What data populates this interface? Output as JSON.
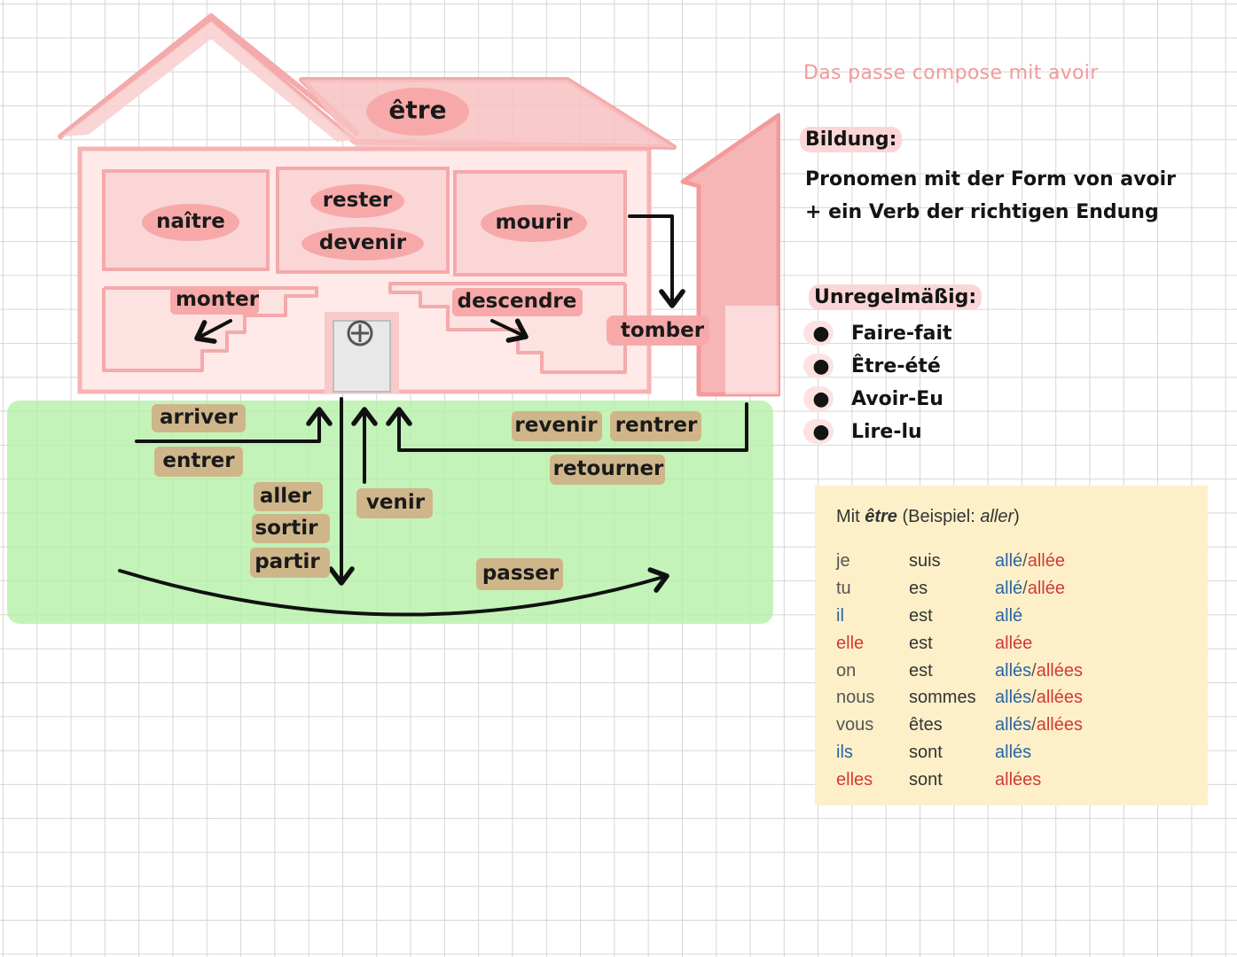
{
  "diagram": {
    "roof_label": "être",
    "rooms": [
      "naître",
      "rester",
      "devenir",
      "mourir"
    ],
    "stairs": [
      "monter",
      "descendre"
    ],
    "chimney_label": "tomber",
    "ground_verbs": [
      "arriver",
      "entrer",
      "aller",
      "sortir",
      "partir",
      "venir",
      "revenir",
      "rentrer",
      "retourner",
      "passer"
    ]
  },
  "notes": {
    "title": "Das passe compose mit avoir",
    "bildung_heading": "Bildung:",
    "bildung_text": "Pronomen mit der Form von avoir + ein Verb der richtigen Endung",
    "unregelmaessig_heading": "Unregelmäßig:",
    "bullet_glyph": "●",
    "irregular": [
      "Faire-fait",
      "Être-été",
      "Avoir-Eu",
      "Lire-lu"
    ]
  },
  "conjugation_box": {
    "title_prefix": "Mit",
    "title_verb": "être",
    "title_suffix": "(Beispiel:",
    "title_example": "aller",
    "title_close": ")",
    "colors": {
      "blue": "#2b63a6",
      "red": "#d33a36",
      "background": "#fdf0c8"
    },
    "rows": [
      {
        "pronoun": "je",
        "pronoun_color": "gray",
        "aux": "suis",
        "forms": [
          {
            "text": "allé",
            "color": "blue"
          },
          {
            "text": "/",
            "color": "gray"
          },
          {
            "text": "allée",
            "color": "red"
          }
        ]
      },
      {
        "pronoun": "tu",
        "pronoun_color": "gray",
        "aux": "es",
        "forms": [
          {
            "text": "allé",
            "color": "blue"
          },
          {
            "text": "/",
            "color": "gray"
          },
          {
            "text": "allée",
            "color": "red"
          }
        ]
      },
      {
        "pronoun": "il",
        "pronoun_color": "blue",
        "aux": "est",
        "forms": [
          {
            "text": "allé",
            "color": "blue"
          }
        ]
      },
      {
        "pronoun": "elle",
        "pronoun_color": "red",
        "aux": "est",
        "forms": [
          {
            "text": "allée",
            "color": "red"
          }
        ]
      },
      {
        "pronoun": "on",
        "pronoun_color": "gray",
        "aux": "est",
        "forms": [
          {
            "text": "allés",
            "color": "blue"
          },
          {
            "text": "/",
            "color": "gray"
          },
          {
            "text": "allées",
            "color": "red"
          }
        ]
      },
      {
        "pronoun": "nous",
        "pronoun_color": "gray",
        "aux": "sommes",
        "forms": [
          {
            "text": "allés",
            "color": "blue"
          },
          {
            "text": "/",
            "color": "gray"
          },
          {
            "text": "allées",
            "color": "red"
          }
        ]
      },
      {
        "pronoun": "vous",
        "pronoun_color": "gray",
        "aux": "êtes",
        "forms": [
          {
            "text": "allés",
            "color": "blue"
          },
          {
            "text": "/",
            "color": "gray"
          },
          {
            "text": "allées",
            "color": "red"
          }
        ]
      },
      {
        "pronoun": "ils",
        "pronoun_color": "blue",
        "aux": "sont",
        "forms": [
          {
            "text": "allés",
            "color": "blue"
          }
        ]
      },
      {
        "pronoun": "elles",
        "pronoun_color": "red",
        "aux": "sont",
        "forms": [
          {
            "text": "allées",
            "color": "red"
          }
        ]
      }
    ]
  }
}
